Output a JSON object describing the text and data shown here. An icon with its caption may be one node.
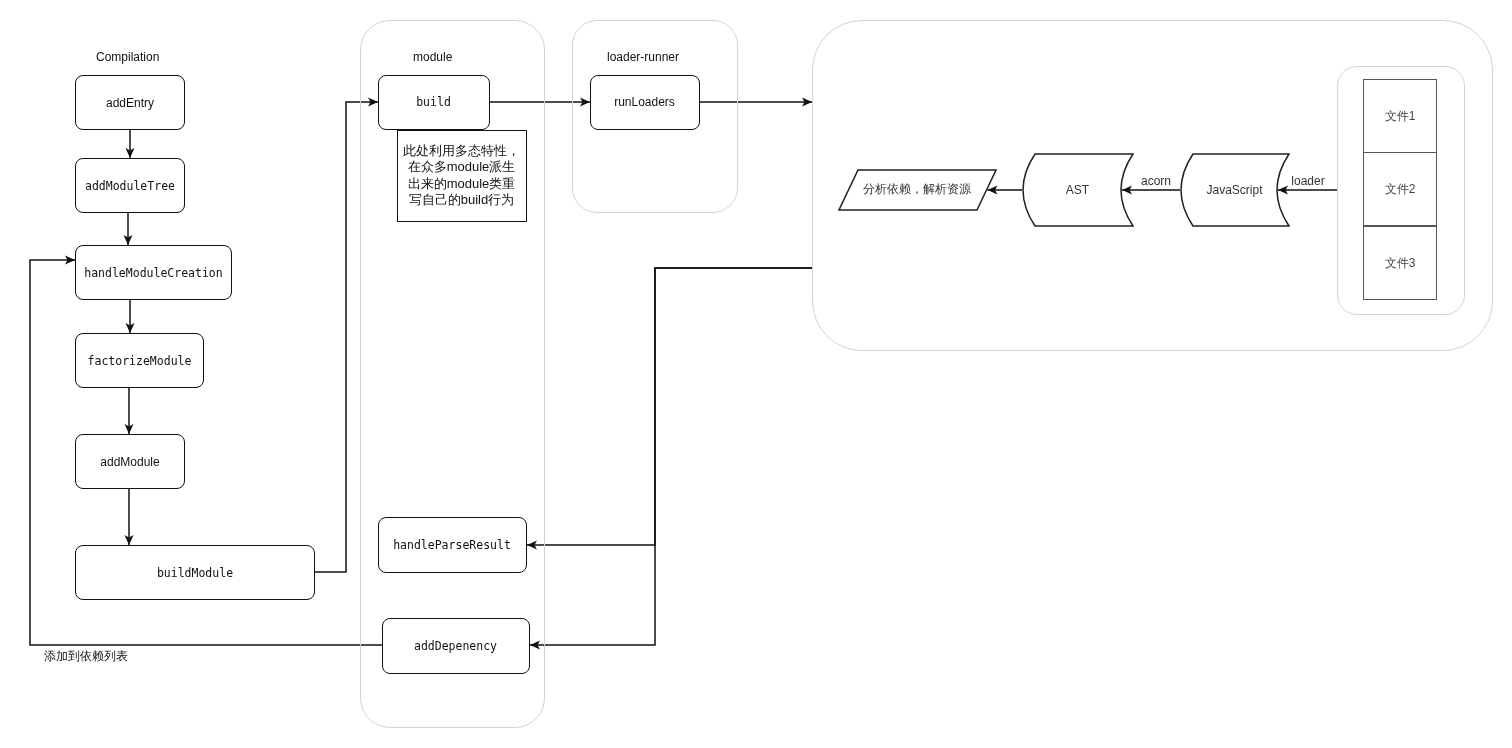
{
  "diagram": {
    "nodes": [
      {
        "text": [
          "addEntry"
        ]
      },
      {
        "text": [
          "addModuleTree"
        ]
      },
      {
        "text": [
          "handleModuleCreation"
        ]
      },
      {
        "text": [
          "factorizeModule"
        ]
      },
      {
        "text": [
          "addModule"
        ]
      },
      {
        "text": [
          "buildModule"
        ]
      },
      {
        "text": [
          "module"
        ]
      },
      {
        "text": [
          "build"
        ],
        "in": 6
      },
      {
        "text": [
          "此处利用多态特性，在众多module派生出来的module类重写自己的build行为"
        ],
        "in": 6
      },
      {
        "text": [
          "handleParseResult"
        ],
        "in": 6
      },
      {
        "text": [
          "addDepenency"
        ],
        "in": 6
      },
      {
        "text": [
          "loader-runner"
        ]
      },
      {
        "text": [
          "runLoaders"
        ],
        "in": 11
      },
      {
        "text": [],
        "shape": "box"
      },
      {
        "text": [
          "分析依赖，解析资源"
        ],
        "in": 13
      },
      {
        "text": [
          "AST"
        ],
        "in": 13
      },
      {
        "text": [
          "JavaScript"
        ],
        "in": 13
      },
      {
        "text": [],
        "shape": "box",
        "in": 13
      },
      {
        "text": [
          "文件1"
        ],
        "in": 17
      },
      {
        "text": [
          "文件2"
        ],
        "in": 17
      },
      {
        "text": [
          "文件3"
        ],
        "in": 17
      }
    ],
    "edges": [
      {
        "from": 0,
        "to": 1,
        "arrow": "to"
      },
      {
        "from": 1,
        "to": 2,
        "arrow": "to"
      },
      {
        "from": 2,
        "to": 3,
        "arrow": "to"
      },
      {
        "from": 3,
        "to": 4,
        "arrow": "to"
      },
      {
        "from": 4,
        "to": 5,
        "arrow": "to"
      },
      {
        "from": 5,
        "to": 7,
        "arrow": "to"
      },
      {
        "from": 7,
        "to": 12,
        "arrow": "to"
      },
      {
        "from": 12,
        "to": 13,
        "arrow": "to"
      },
      {
        "from": 17,
        "to": 16,
        "arrow": "to",
        "label": "loader"
      },
      {
        "from": 16,
        "to": 15,
        "arrow": "to",
        "label": "acorn"
      },
      {
        "from": 15,
        "to": 14,
        "arrow": "to"
      },
      {
        "from": 13,
        "to": 9,
        "arrow": "to"
      },
      {
        "from": 13,
        "to": 10,
        "arrow": "to"
      },
      {
        "from": 10,
        "to": 2,
        "arrow": "to",
        "label": "添加到依赖列表"
      }
    ],
    "labels": [
      "Compilation"
    ]
  }
}
